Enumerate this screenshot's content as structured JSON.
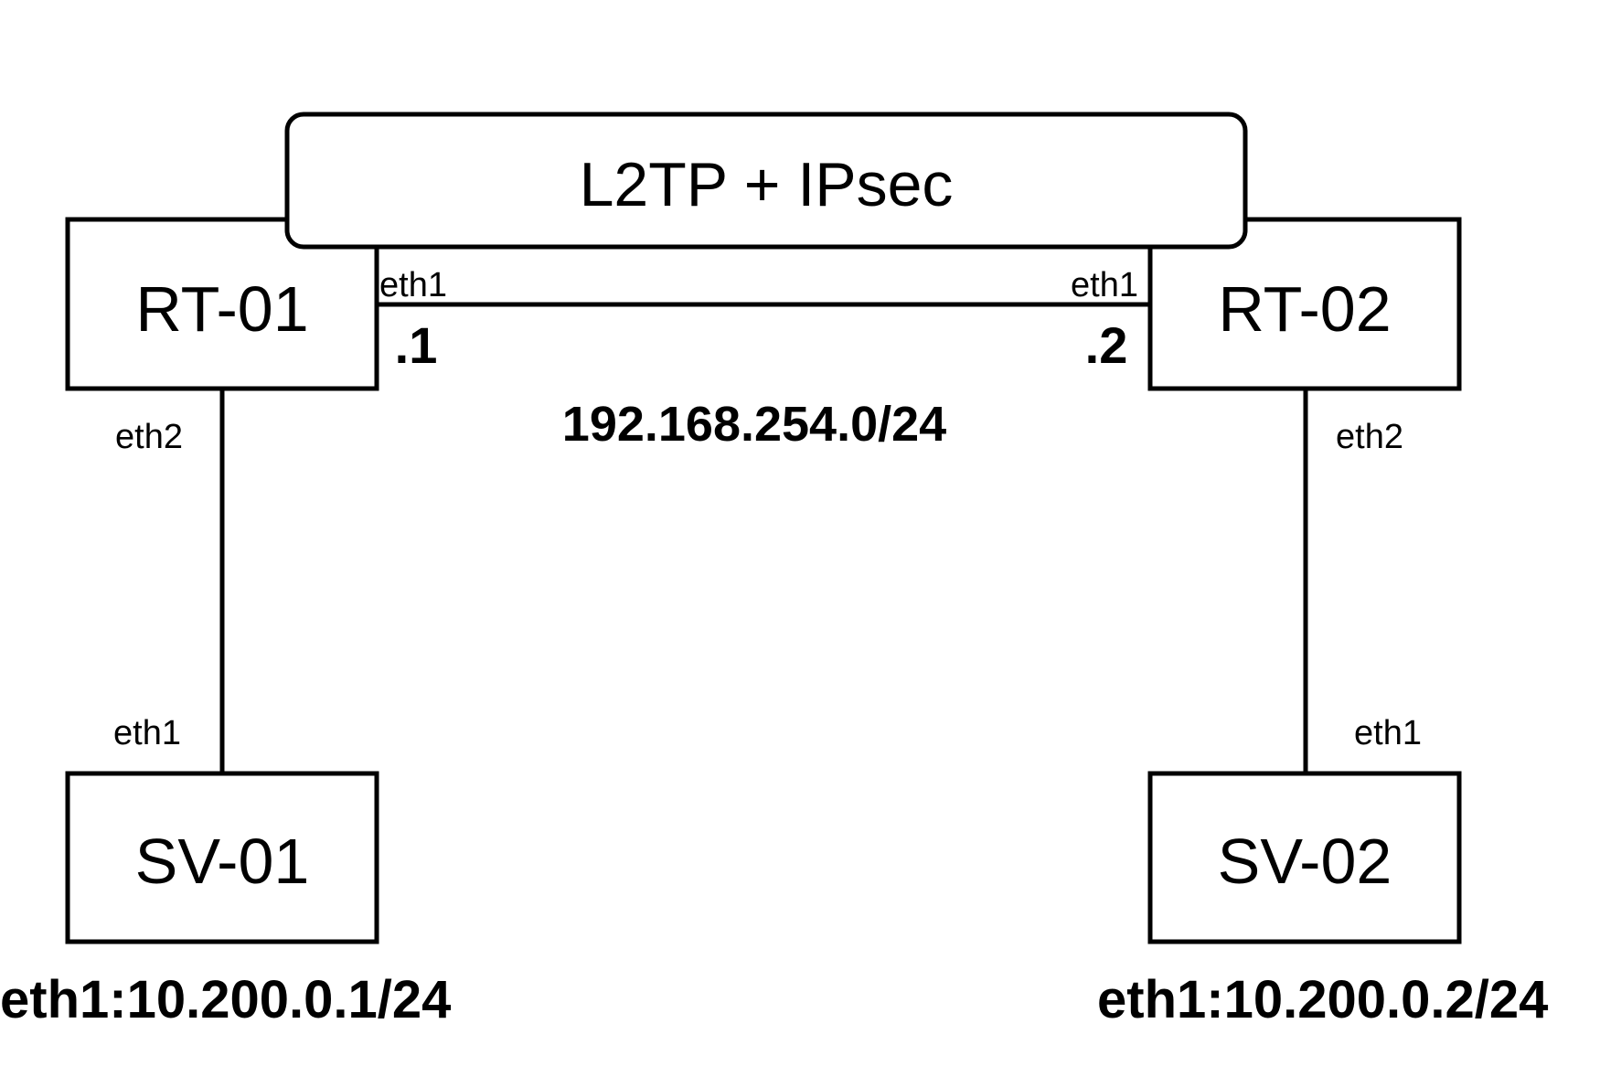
{
  "tunnel": {
    "label": "L2TP + IPsec"
  },
  "routers": {
    "rt01": {
      "label": "RT-01",
      "eth1": "eth1",
      "eth2": "eth2",
      "host_addr": ".1"
    },
    "rt02": {
      "label": "RT-02",
      "eth1": "eth1",
      "eth2": "eth2",
      "host_addr": ".2"
    }
  },
  "servers": {
    "sv01": {
      "label": "SV-01",
      "eth1": "eth1",
      "address": "eth1:10.200.0.1/24"
    },
    "sv02": {
      "label": "SV-02",
      "eth1": "eth1",
      "address": "eth1:10.200.0.2/24"
    }
  },
  "network": {
    "label": "192.168.254.0/24"
  },
  "colors": {
    "stroke": "#000000",
    "background": "#ffffff"
  }
}
